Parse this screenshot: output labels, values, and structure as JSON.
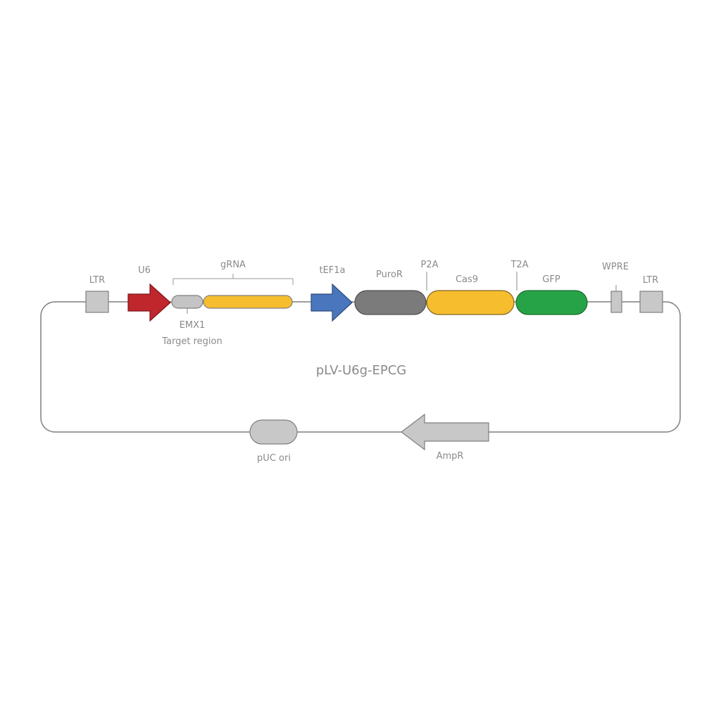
{
  "plasmid": {
    "name": "pLV-U6g-EPCG"
  },
  "labels": {
    "ltr_left": "LTR",
    "u6": "U6",
    "grna": "gRNA",
    "emx1": "EMX1",
    "target_region": "Target region",
    "tef1a": "tEF1a",
    "puro": "PuroR",
    "p2a": "P2A",
    "cas9": "Cas9",
    "t2a": "T2A",
    "gfp": "GFP",
    "wpre": "WPRE",
    "ltr_right": "LTR",
    "puc_ori": "pUC ori",
    "ampr": "AmpR"
  },
  "colors": {
    "backbone": "#7f7f7f",
    "ltr": "#c8c8c8",
    "u6": "#c0272d",
    "emx1": "#c4c4c4",
    "grna": "#f6be2e",
    "tef1a": "#4a76bd",
    "puro": "#7b7b7b",
    "cas9": "#f6be2e",
    "gfp": "#26a346",
    "wpre": "#c8c8c8",
    "puc_ori": "#c8c8c8",
    "ampr": "#c8c8c8",
    "text": "#8a8a8a"
  }
}
